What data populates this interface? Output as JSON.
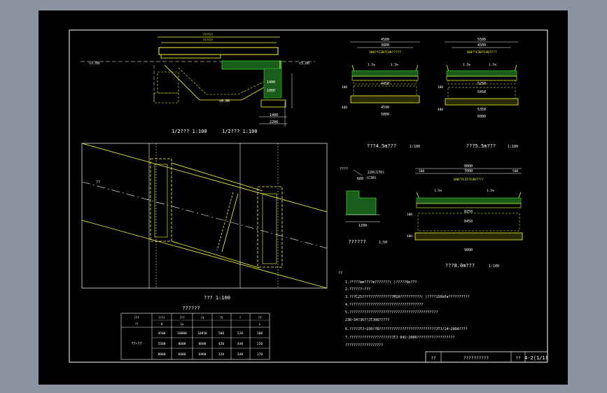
{
  "colors": {
    "background": "#8b93a3",
    "canvas": "#000000",
    "line": "#ffffff",
    "structure": "#ffff33",
    "hatch": "#33cc33",
    "dim": "#33ff99",
    "axis": "#ff3333"
  },
  "elevation": {
    "label": "1/2???  1:100",
    "label2": "1/2???  1:100",
    "left_level": "▽3.00",
    "right_level": "▽3.00",
    "bottom_level": "▽0.00",
    "dims": [
      "1400",
      "2200",
      "1400",
      "1000",
      "??????",
      "??????"
    ]
  },
  "plan": {
    "label": "???  1:100",
    "water_label": "??"
  },
  "sec45": {
    "title": "???4.5m???",
    "scale": "1:100",
    "top_dims": [
      "4500",
      "3800"
    ],
    "note": "100??C20?C40?????",
    "slopes": [
      "1.5%",
      "1.5%"
    ],
    "dims": [
      "4450",
      "4590",
      "5000",
      "100",
      "400"
    ]
  },
  "sec55": {
    "title": "???5.5m???",
    "scale": "1:100",
    "top_dims": [
      "5500",
      "4500"
    ],
    "note": "100??C30?C40????",
    "slopes": [
      "1.5%",
      "1.5%"
    ],
    "dims": [
      "5250",
      "5450",
      "5350",
      "6000",
      "100",
      "400"
    ]
  },
  "sec80": {
    "title": "???8.0m???",
    "scale": "1:100",
    "top_dims": [
      "8000",
      "7000",
      "500",
      "500"
    ],
    "note": "100??C25?C40????",
    "slopes": [
      "1.5%",
      "1.5%"
    ],
    "dims": [
      "8250",
      "8450",
      "9000",
      "100",
      "400"
    ]
  },
  "detail": {
    "title": "??????",
    "scale": "1:50",
    "tag": "????",
    "dims": [
      "600",
      "220(170)",
      "(C30)",
      "1200"
    ]
  },
  "notes": {
    "header": "??",
    "items": [
      "1.?*???mm????m???????(   )?????6m???",
      "2.??????~???",
      "3.???C25???????????????M10??????????(   )????150kPa??????????",
      "4.???????????????????????????????????",
      "5.??????????????????????????????????????????",
      "   236~34?36??JTJ08?????",
      "6.????JTJ~150??B???????????????????????????JTJ/14~2004????",
      "7.????????????????????JTJ 041~2000??????????????????",
      "   ??????????????????"
    ]
  },
  "table": {
    "title": "??????",
    "headers": [
      "???",
      "????",
      "???",
      "?3",
      "?5",
      "?",
      "?7"
    ],
    "subheaders": [
      "??",
      "B",
      "Lo",
      "",
      "",
      "",
      "L"
    ],
    "group_label": "??~??",
    "rows": [
      [
        "4500",
        "10000",
        "10850",
        "500",
        "520",
        "380"
      ],
      [
        "5500",
        "8000",
        "8600",
        "420",
        "440",
        "220"
      ],
      [
        "8000",
        "6000",
        "6900",
        "320",
        "340",
        "170"
      ]
    ]
  },
  "title_block": {
    "c1": "??",
    "c2": "??????????",
    "c3": "??",
    "c4": "4-2(1/1)"
  }
}
